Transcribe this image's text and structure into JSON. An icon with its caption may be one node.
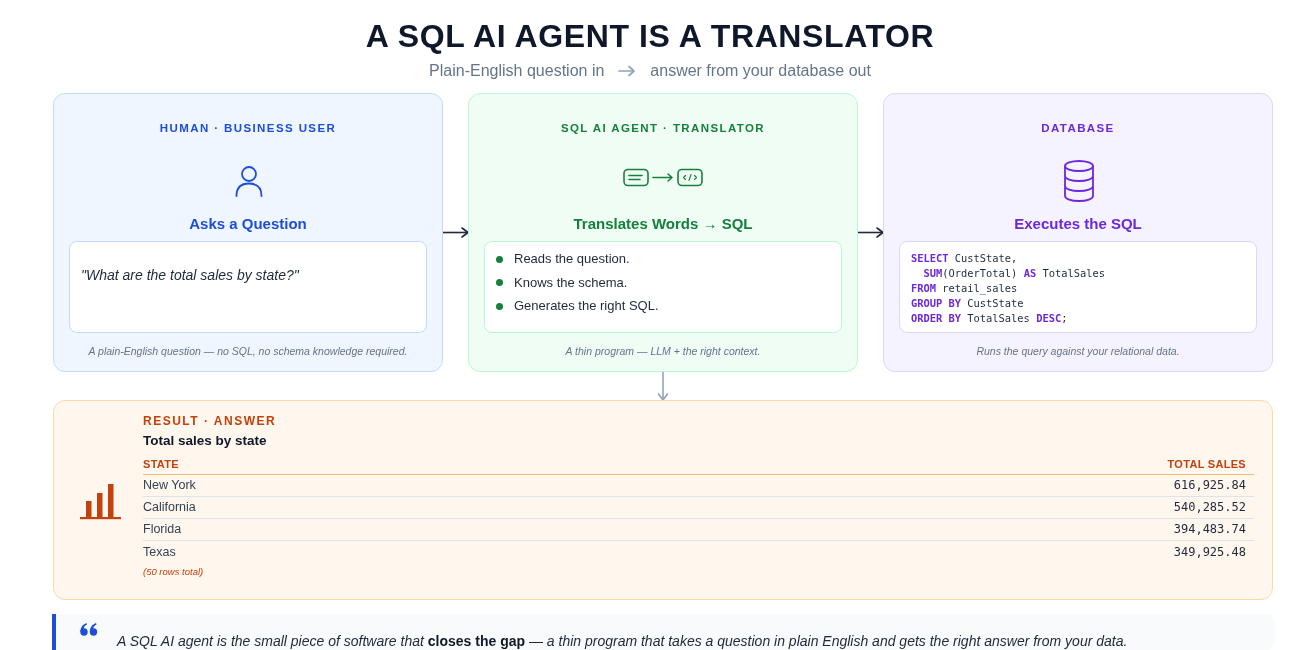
{
  "diagram": {
    "title": "A SQL AI AGENT IS A TRANSLATOR",
    "nodes": [
      {
        "text": [
          "HUMAN · BUSINESS USER",
          "Asks a Question",
          "A plain-English question — no SQL, no schema knowledge required."
        ]
      },
      {
        "text": [
          "\"What are the total sales by state?\""
        ],
        "in": 0
      },
      {
        "text": [
          "SQL AI AGENT · TRANSLATOR",
          "Translates Words → SQL",
          "A thin program — LLM + the right context."
        ]
      },
      {
        "text": [
          "Reads the question.",
          "Knows the schema.",
          "Generates the right SQL."
        ],
        "in": 2
      },
      {
        "text": [
          "DATABASE",
          "Executes the SQL",
          "Runs the query against your relational data."
        ]
      },
      {
        "text": [
          "**SELECT** CustState,",
          "**SUM**(OrderTotal) **AS** TotalSales",
          "**FROM** retail_sales",
          "**GROUP BY** CustState",
          "**ORDER BY** TotalSales **DESC**;"
        ],
        "in": 4
      },
      {
        "text": [
          "RESULT · ANSWER",
          "Total sales by state"
        ]
      },
      {
        "text": [
          "A SQL AI agent is the small piece of software that **closes the gap** — a thin program that takes a question in plain English and gets the right answer from your data."
        ]
      }
    ],
    "edges": [
      {
        "from": 0,
        "to": 2,
        "arrow": "to"
      },
      {
        "from": 2,
        "to": 4,
        "arrow": "to"
      },
      {
        "from": 2,
        "to": 6,
        "arrow": "to",
        "color": "#94a3b8"
      }
    ],
    "labels": [
      "Plain-English question in",
      "answer from your database out",
      "STATE",
      "TOTAL SALES",
      "New York",
      "616,925.84",
      "California",
      "540,285.52",
      "Florida",
      "394,483.74",
      "Texas",
      "349,925.48",
      "(50 rows total)"
    ]
  }
}
